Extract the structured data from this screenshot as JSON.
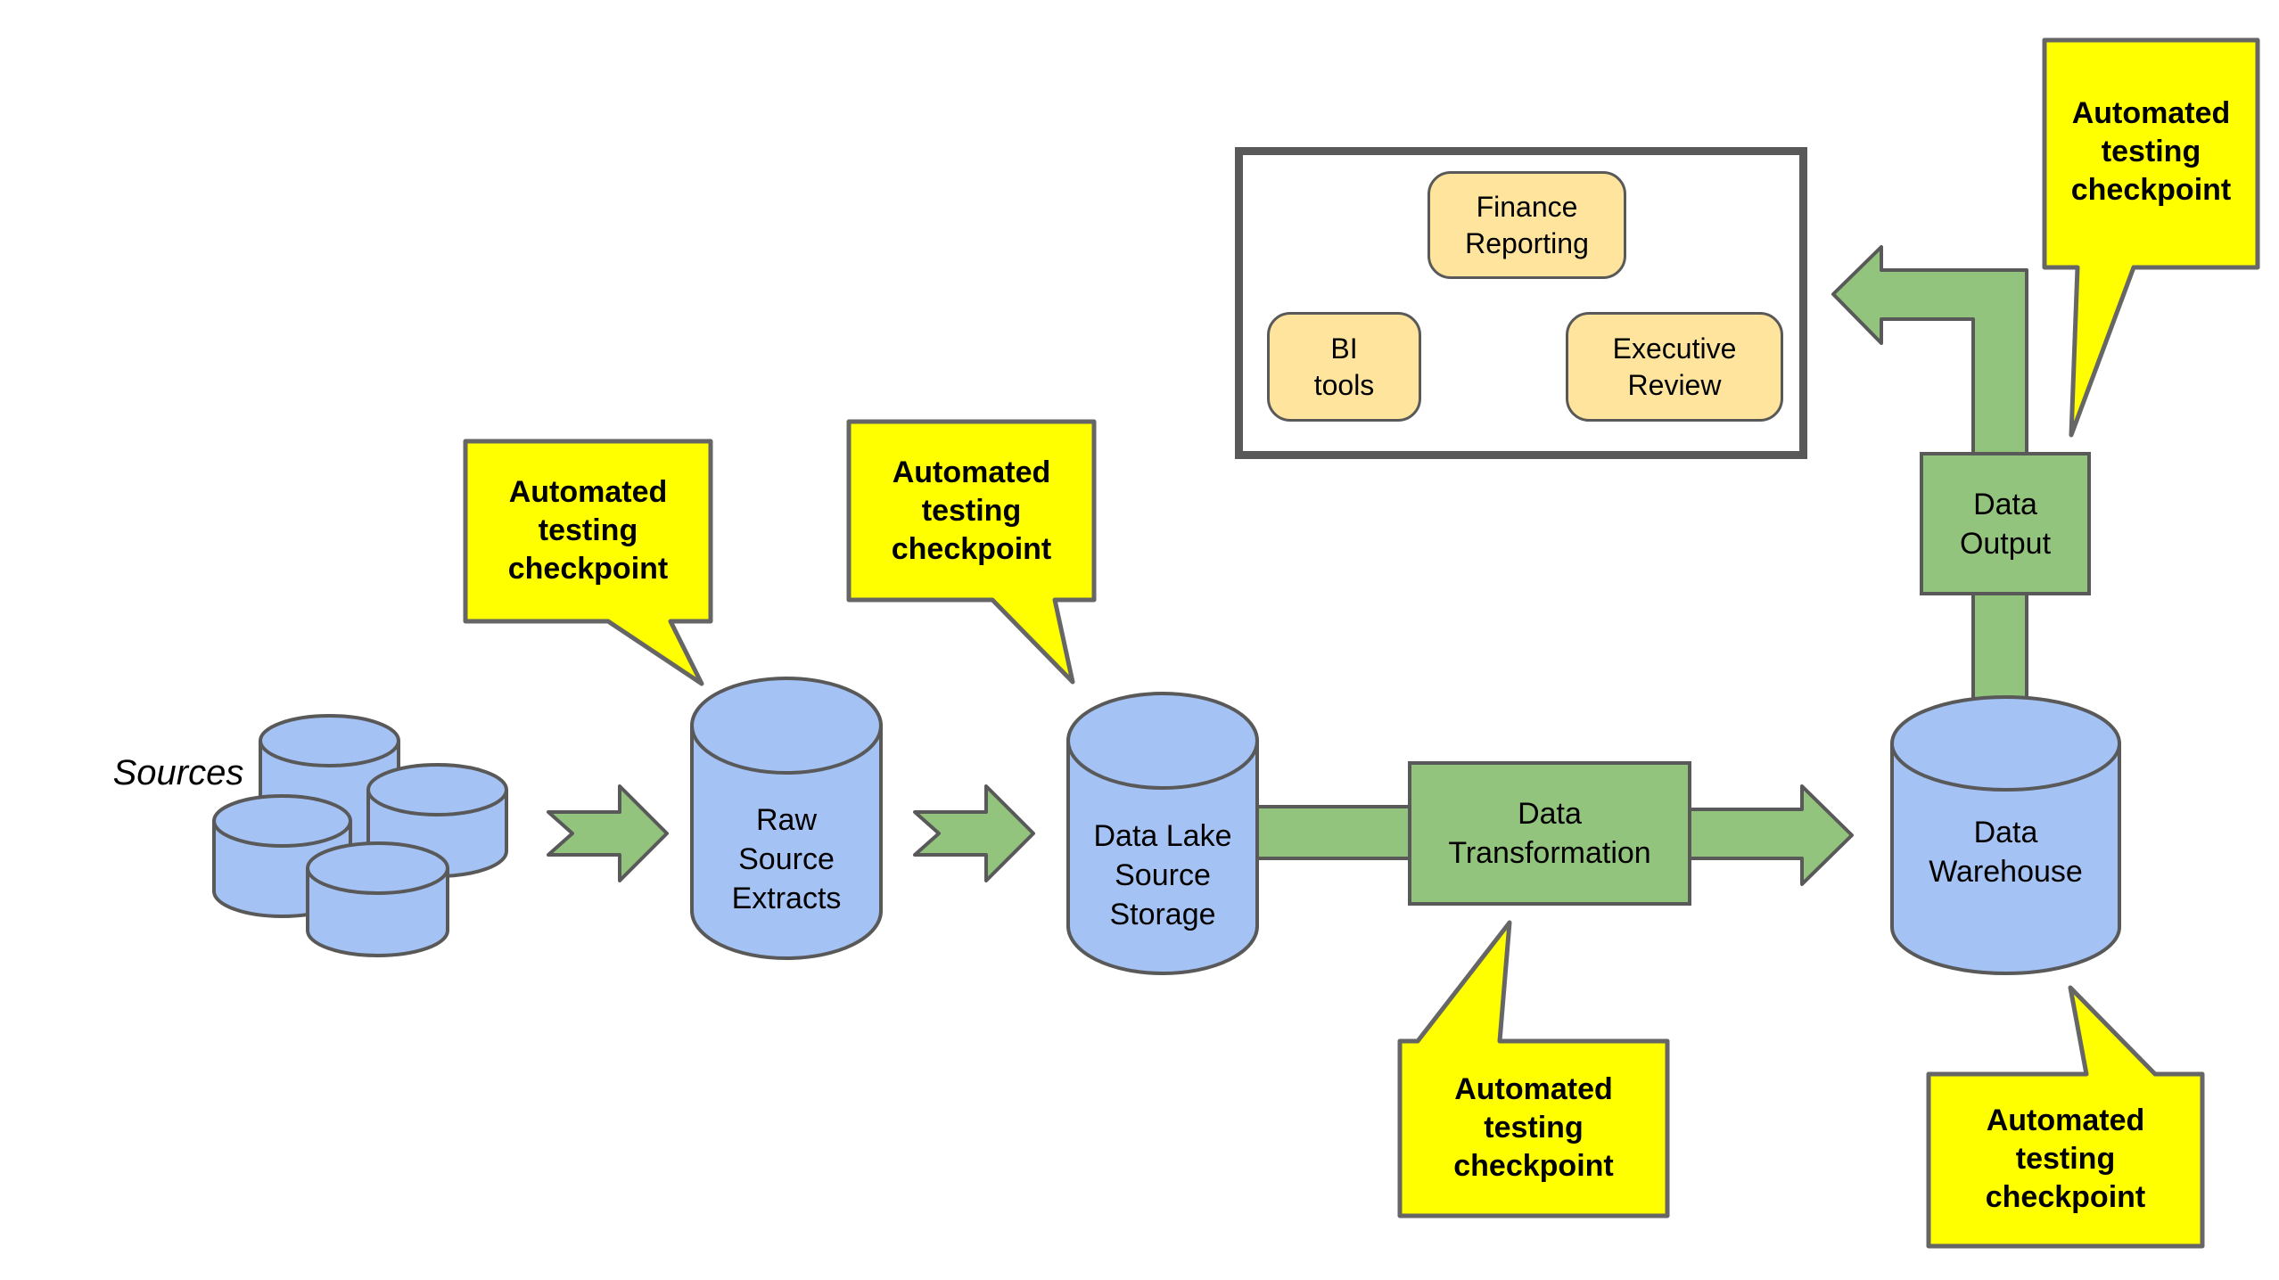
{
  "colors": {
    "green": "#93c47d",
    "blue": "#a4c2f4",
    "yellow": "#ffff00",
    "tan": "#ffe49e",
    "stroke": "#595959"
  },
  "sources_label": "Sources",
  "nodes": {
    "raw": "Raw\nSource\nExtracts",
    "data_lake": "Data Lake\nSource\nStorage",
    "transformation": "Data\nTransformation",
    "warehouse": "Data\nWarehouse",
    "output": "Data\nOutput"
  },
  "consumers": {
    "finance_reporting": "Finance\nReporting",
    "bi_tools": "BI\ntools",
    "executive_review": "Executive\nReview"
  },
  "callouts": {
    "raw_extracts": "Automated\ntesting\ncheckpoint",
    "data_lake": "Automated\ntesting\ncheckpoint",
    "transformation": "Automated\ntesting\ncheckpoint",
    "warehouse": "Automated\ntesting\ncheckpoint",
    "output": "Automated\ntesting\ncheckpoint"
  }
}
